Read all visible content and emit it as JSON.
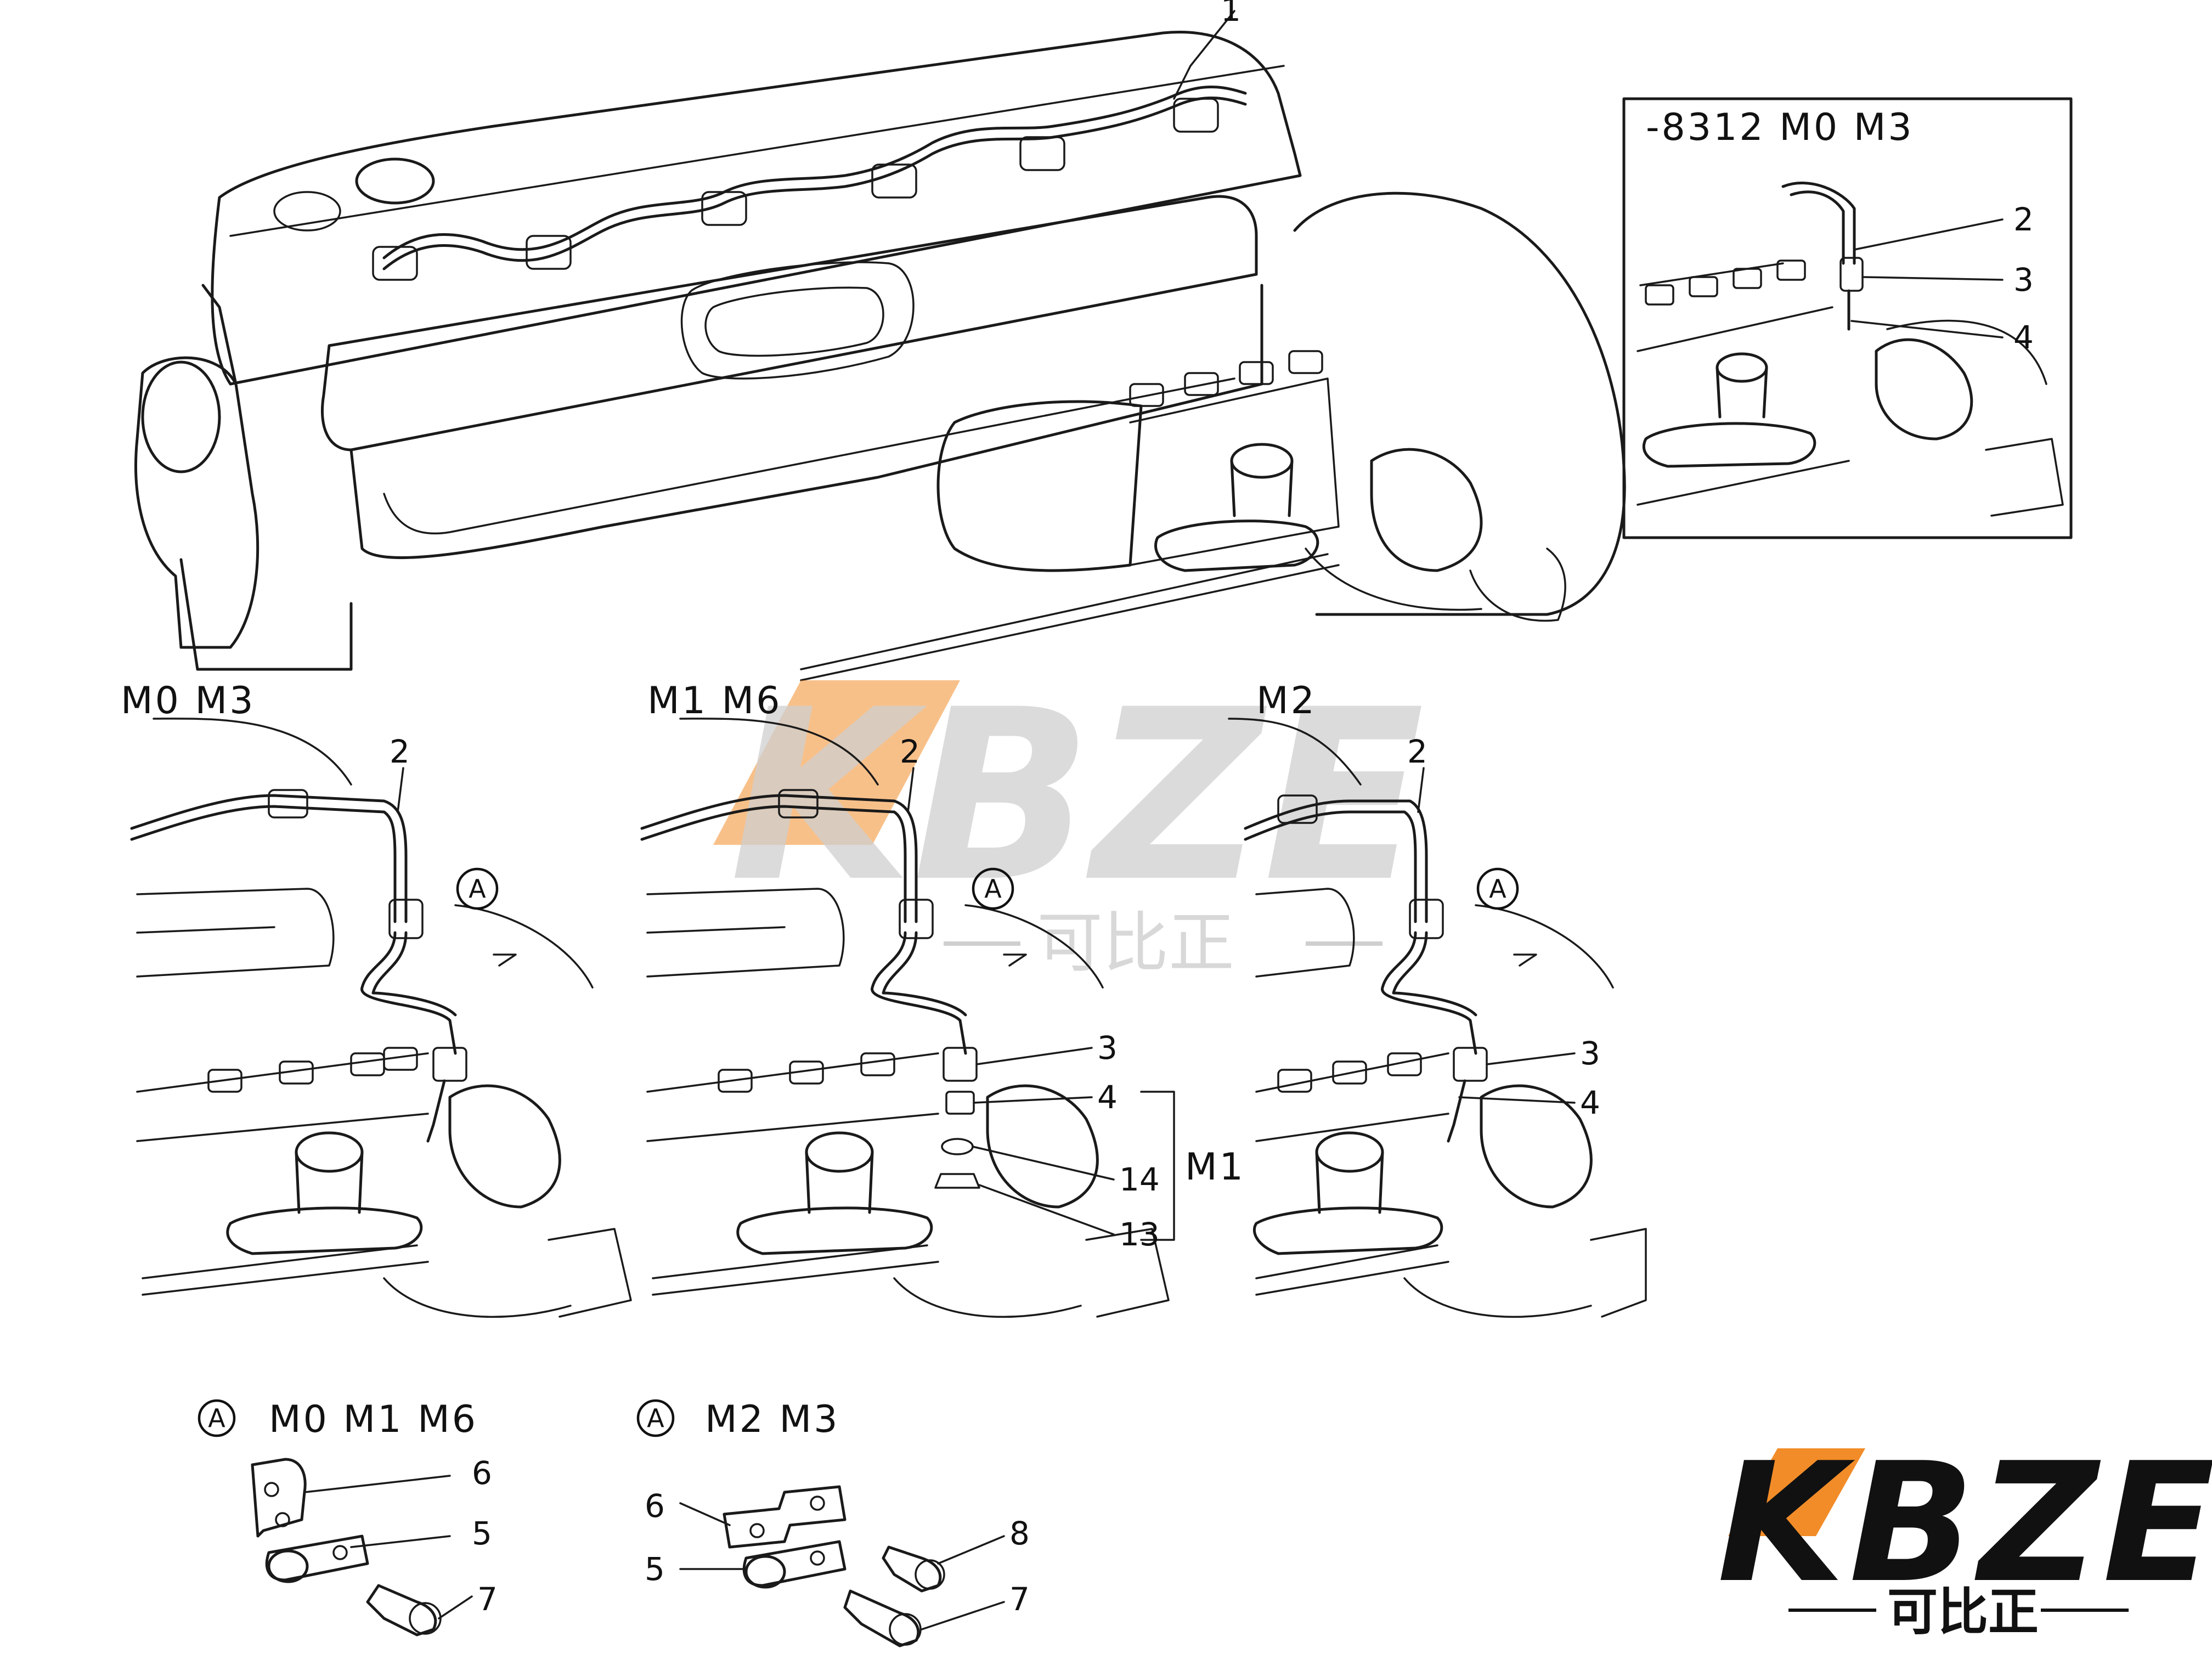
{
  "callouts": {
    "top_part": "1",
    "inset_label": "-8312 M0 M3",
    "inset_2": "2",
    "inset_3": "3",
    "inset_4": "4",
    "panel_m0m3_label": "M0 M3",
    "panel_m0m3_2": "2",
    "panel_m1m6_label": "M1 M6",
    "panel_m1m6_2": "2",
    "panel_m1m6_3": "3",
    "panel_m1m6_4": "4",
    "panel_m1m6_14": "14",
    "panel_m1m6_13": "13",
    "panel_m1m6_bracket": "M1",
    "panel_m2_label": "M2",
    "panel_m2_2": "2",
    "panel_m2_3": "3",
    "panel_m2_4": "4",
    "circle_marker": "A",
    "detail_a1_label": "M0 M1 M6",
    "detail_a1_6": "6",
    "detail_a1_5": "5",
    "detail_a1_7": "7",
    "detail_a2_label": "M2 M3",
    "detail_a2_6": "6",
    "detail_a2_5": "5",
    "detail_a2_8": "8",
    "detail_a2_7": "7"
  },
  "watermark": {
    "letters": "KBZE",
    "chinese": "可比正"
  },
  "logo": {
    "letters": "KBZE",
    "chinese": "可比正",
    "accent_color": "#f28c28"
  }
}
